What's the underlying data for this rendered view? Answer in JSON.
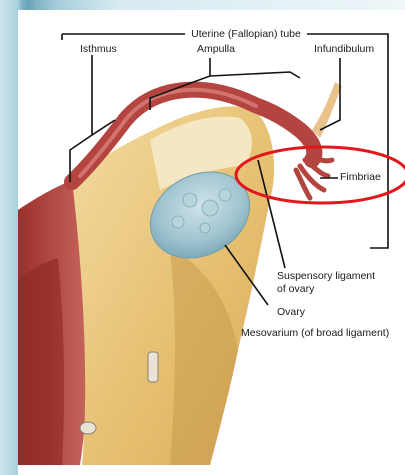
{
  "labels": {
    "tube": "Uterine (Fallopian) tube",
    "isthmus": "Isthmus",
    "ampulla": "Ampulla",
    "infundibulum": "Infundibulum",
    "fimbriae": "Fimbriae",
    "suspensory_1": "Suspensory ligament",
    "suspensory_2": "of ovary",
    "ovary": "Ovary",
    "mesovarium": "Mesovarium (of broad ligament)"
  },
  "colors": {
    "highlight_ellipse": "#e0181c",
    "leader_lines": "#111111",
    "tube_tissue": "#b3443f",
    "ovary_tissue": "#9fc3cf",
    "ligament_tissue": "#e7c47a"
  }
}
